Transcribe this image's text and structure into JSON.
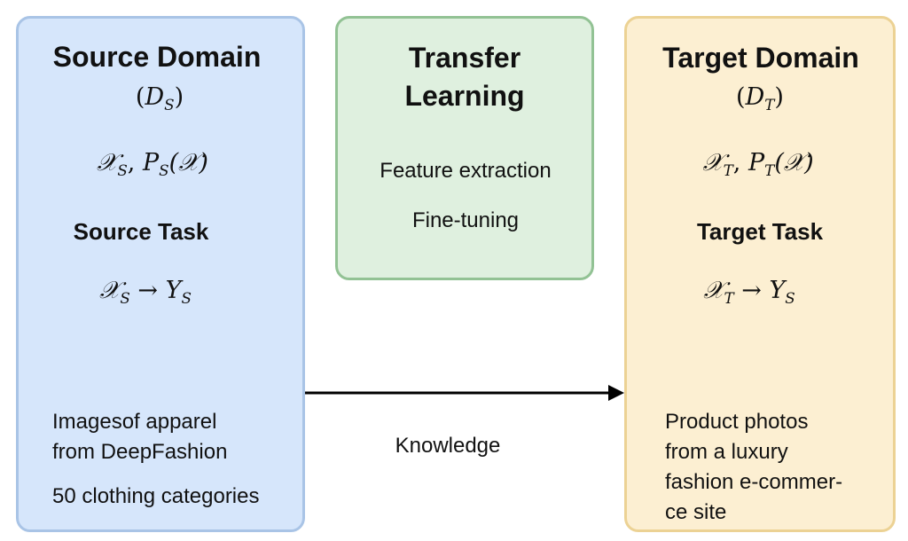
{
  "source": {
    "title": "Source Domain",
    "notation": {
      "open": "(",
      "symbol": "D",
      "sub": "S",
      "close": ")"
    },
    "distribution": {
      "x": "𝒳",
      "x_sub": "S",
      "sep": ", ",
      "p": "P",
      "p_sub": "S",
      "arg": "(𝒳)"
    },
    "task_title": "Source Task",
    "mapping": {
      "x": "𝒳",
      "x_sub": "S",
      "arrow": "→",
      "y": "Y",
      "y_sub": "S"
    },
    "desc_line1": "Imagesof apparel",
    "desc_line2": "from DeepFashion",
    "categories": "50 clothing categories"
  },
  "transfer": {
    "title_line1": "Transfer",
    "title_line2": "Learning",
    "method1": "Feature extraction",
    "method2": "Fine-tuning"
  },
  "arrow_label": "Knowledge",
  "target": {
    "title": "Target Domain",
    "notation": {
      "open": "(",
      "symbol": "D",
      "sub": "T",
      "close": ")"
    },
    "distribution": {
      "x": "𝒳",
      "x_sub": "T",
      "sep": ", ",
      "p": "P",
      "p_sub": "T",
      "arg": "(𝒳)"
    },
    "task_title": "Target Task",
    "mapping": {
      "x": "𝒳",
      "x_sub": "T",
      "arrow": "→",
      "y": "Y",
      "y_sub": "S"
    },
    "desc_line1": "Product photos",
    "desc_line2": "from a luxury",
    "desc_line3": "fashion e-commer-",
    "desc_line4": "ce site"
  },
  "colors": {
    "source_fill": "#d6e6fb",
    "transfer_fill": "#dff0df",
    "target_fill": "#fcefd2",
    "arrow": "#000000"
  }
}
